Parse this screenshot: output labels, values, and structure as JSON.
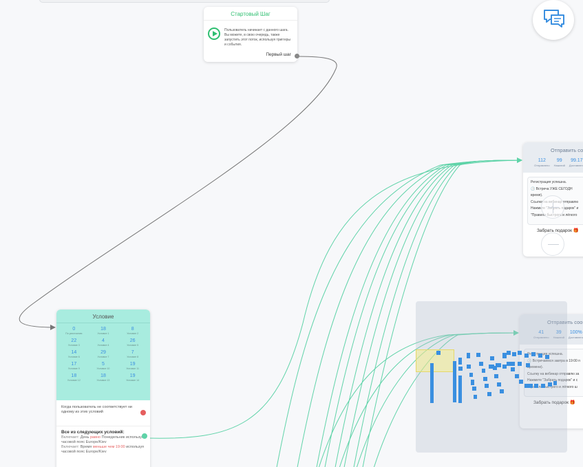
{
  "start_node": {
    "title": "Стартовый Шаг",
    "description": "Пользователь начинает с данного шага. Вы можете, в свою очередь, также запустить этот поток, используя триггеры и события.",
    "step_label": "Первый шаг",
    "icon": "play-icon"
  },
  "condition_node": {
    "title": "Условие",
    "cells": [
      {
        "value": "0",
        "label": "По умолчанию"
      },
      {
        "value": "18",
        "label": "Условие 1"
      },
      {
        "value": "8",
        "label": "Условие 2"
      },
      {
        "value": "22",
        "label": "Условие 3"
      },
      {
        "value": "4",
        "label": "Условие 4"
      },
      {
        "value": "26",
        "label": "Условие 5"
      },
      {
        "value": "14",
        "label": "Условие 6"
      },
      {
        "value": "29",
        "label": "Условие 7"
      },
      {
        "value": "7",
        "label": "Условие 8"
      },
      {
        "value": "17",
        "label": "Условие 9"
      },
      {
        "value": "5",
        "label": "Условие 10"
      },
      {
        "value": "19",
        "label": "Условие 11"
      },
      {
        "value": "18",
        "label": "Условие 12"
      },
      {
        "value": "18",
        "label": "Условие 13"
      },
      {
        "value": "19",
        "label": "Условие 14"
      }
    ],
    "else_text": "Когда пользователь не соответствует ни одному из этих условий",
    "all_title": "Все из следующих условий:",
    "rule1_prefix": "Включает:",
    "rule1_field": "День",
    "rule1_op": "равно",
    "rule1_rest": "Понедельник используя часовой пояс Europe/Kiev",
    "rule2_prefix": "Включает:",
    "rule2_field": "Время",
    "rule2_op": "меньше чем",
    "rule2_value": "19:00",
    "rule2_rest": "используя часовой пояс Europe/Kiev"
  },
  "send_node_1": {
    "title": "Отправить сообщение",
    "stats": [
      {
        "value": "112",
        "label": "Отправлено"
      },
      {
        "value": "99",
        "label": "Нажатий"
      },
      {
        "value": "99.17",
        "label": "Доставлено"
      }
    ],
    "lines": [
      "Регистрация успешна.",
      "🕒 Встреча УЖЕ СЕГОДН",
      "время).",
      "Ссылка на вебинар отправлю",
      "Нажмите \"Забрать подарок\" и",
      "\"Правила быстрого и лёгкого"
    ],
    "button": "Забрать подарок 🎁"
  },
  "send_node_2": {
    "title": "Отправить сообщение",
    "stats": [
      {
        "value": "41",
        "label": "Отправлено"
      },
      {
        "value": "39",
        "label": "Нажатий"
      },
      {
        "value": "100%",
        "label": "Доставлено"
      }
    ],
    "lines": [
      "Регистрация успешна.",
      "🕒 Встречаемся завтра в 19:00 п",
      "времени).",
      "Ссылку на вебинар отправлю за",
      "Нажмите \"Забрать подарок\" и с",
      "\"Правила быстрого и лёгкого ш"
    ],
    "button": "Забрать подарок 🎁"
  },
  "controls": {
    "zoom_in_icon": "plus-icon",
    "zoom_out_icon": "minus-icon",
    "chat_icon": "chat-bubbles-icon"
  },
  "colors": {
    "link_green": "#5fd3a8",
    "link_gray": "#777777",
    "accent_blue": "#3a8fe0",
    "condition_head": "#a8ecdf",
    "start_green": "#2fbf71"
  }
}
